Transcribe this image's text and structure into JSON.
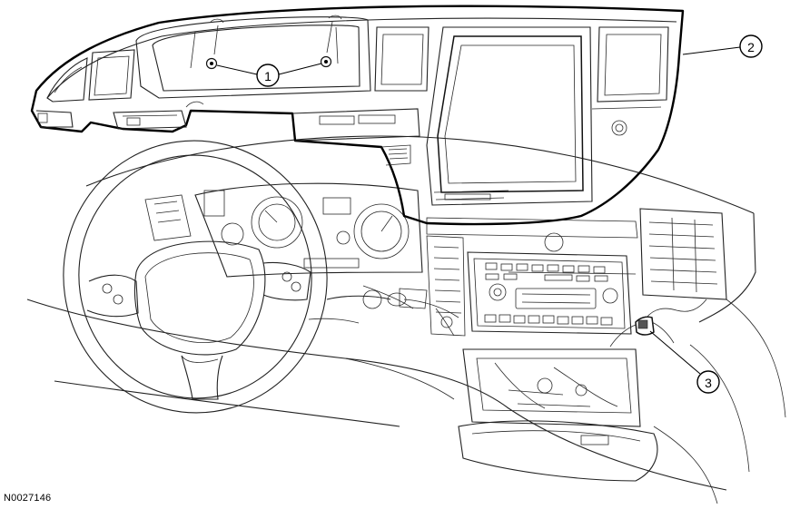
{
  "figure_id": "N0027146",
  "callouts": [
    {
      "label": "1"
    },
    {
      "label": "2"
    },
    {
      "label": "3"
    }
  ]
}
